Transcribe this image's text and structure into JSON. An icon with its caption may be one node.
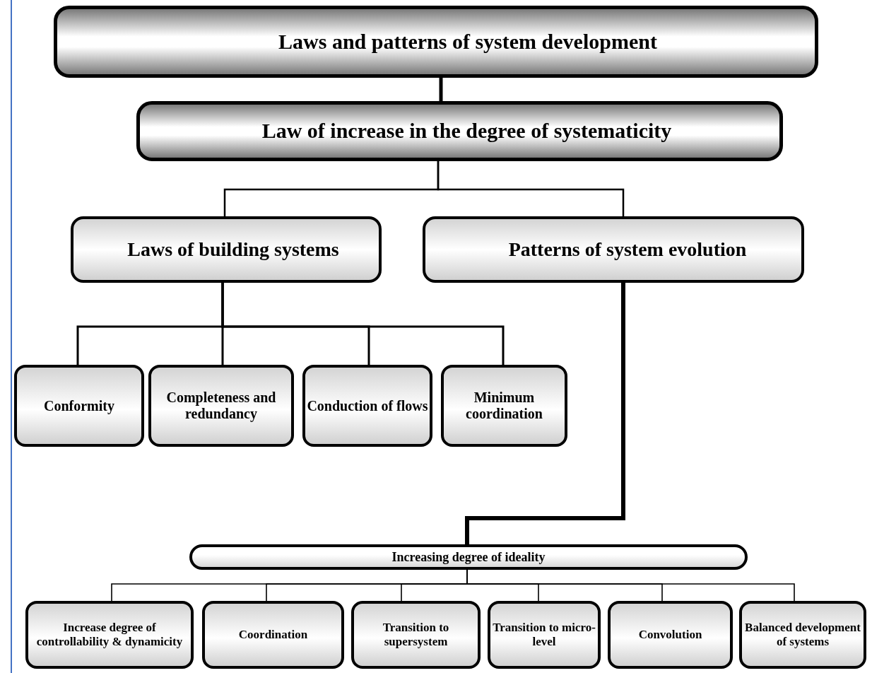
{
  "diagram": {
    "nodes": [
      {
        "text": [
          "Laws and patterns of system development"
        ]
      },
      {
        "text": [
          "Law of increase in the degree of systematicity"
        ]
      },
      {
        "text": [
          "Laws of building systems"
        ]
      },
      {
        "text": [
          "Patterns of system evolution"
        ]
      },
      {
        "text": [
          "Conformity"
        ]
      },
      {
        "text": [
          "Completeness and redundancy"
        ]
      },
      {
        "text": [
          "Conduction of flows"
        ]
      },
      {
        "text": [
          "Minimum coordination"
        ]
      },
      {
        "text": [
          "Increasing degree of ideality"
        ]
      },
      {
        "text": [
          "Increase degree of controllability & dynamicity"
        ]
      },
      {
        "text": [
          "Coordination"
        ]
      },
      {
        "text": [
          "Transition to supersystem"
        ]
      },
      {
        "text": [
          "Transition to micro-level"
        ]
      },
      {
        "text": [
          "Convolution"
        ]
      },
      {
        "text": [
          "Balanced development of systems"
        ]
      }
    ],
    "edges": [
      {
        "from": 0,
        "to": 1,
        "arrow": "none",
        "style": "thick"
      },
      {
        "from": 1,
        "to": 2,
        "arrow": "none"
      },
      {
        "from": 1,
        "to": 3,
        "arrow": "none"
      },
      {
        "from": 2,
        "to": 4,
        "arrow": "none"
      },
      {
        "from": 2,
        "to": 5,
        "arrow": "none"
      },
      {
        "from": 2,
        "to": 6,
        "arrow": "none"
      },
      {
        "from": 2,
        "to": 7,
        "arrow": "none"
      },
      {
        "from": 3,
        "to": 8,
        "arrow": "none",
        "style": "thick"
      },
      {
        "from": 8,
        "to": 9,
        "arrow": "none"
      },
      {
        "from": 8,
        "to": 10,
        "arrow": "none"
      },
      {
        "from": 8,
        "to": 11,
        "arrow": "none"
      },
      {
        "from": 8,
        "to": 12,
        "arrow": "none"
      },
      {
        "from": 8,
        "to": 13,
        "arrow": "none"
      },
      {
        "from": 8,
        "to": 14,
        "arrow": "none"
      }
    ]
  }
}
